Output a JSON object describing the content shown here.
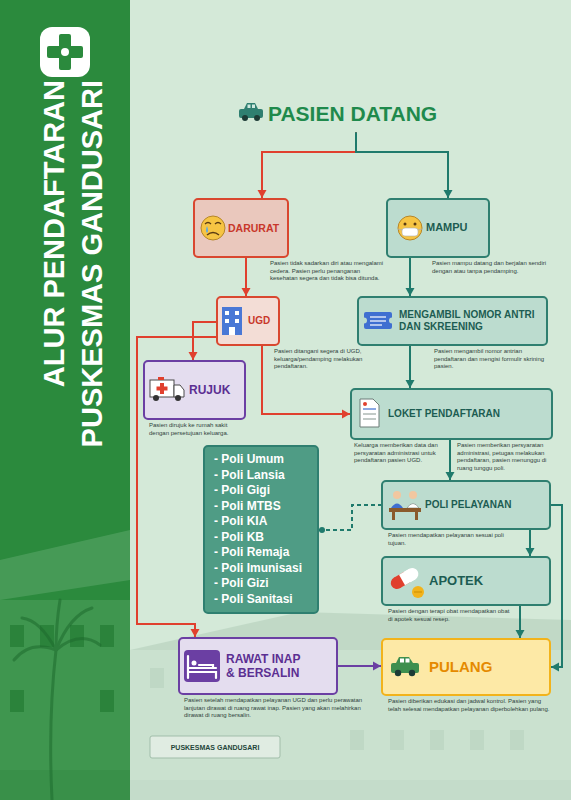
{
  "diagram": {
    "title": "ALUR PENDAFTARAN PUSKESMAS GANDUSARI",
    "nodes": [
      {
        "text": [
          "PASIEN DATANG"
        ]
      },
      {
        "text": [
          "DARURAT",
          "Pasien tidak sadarkan diri atau mengalami cedera. Pasien perlu penanganan kesehatan segera dan tidak bisa ditunda."
        ]
      },
      {
        "text": [
          "MAMPU",
          "Pasien mampu datang dan berjalan sendiri dengan atau tanpa pendamping."
        ]
      },
      {
        "text": [
          "UGD",
          "Pasien ditangani segera di UGD, keluarga/pendamping melakukan pendaftaran."
        ]
      },
      {
        "text": [
          "MENGAMBIL NOMOR ANTRI DAN SKREENING",
          "Pasien mengambil nomor antrian pendaftaran dan mengisi formulir skrining pasien."
        ]
      },
      {
        "text": [
          "RUJUK",
          "Pasien dirujuk ke rumah sakit dengan persetujuan keluarga."
        ]
      },
      {
        "text": [
          "LOKET PENDAFTARAN",
          "Keluarga memberikan data dan persyaratan administrasi untuk pendaftaran pasien UGD.",
          "Pasien memberikan persyaratan administrasi, petugas melakukan pendaftaran, pasien menunggu di ruang tunggu poli."
        ]
      },
      {
        "text": [
          "- Poli Umum",
          "- Poli Lansia",
          "- Poli Gigi",
          "- Poli MTBS",
          "- Poli KIA",
          "- Poli KB",
          "- Poli Remaja",
          "- Poli Imunisasi",
          "- Poli Gizi",
          "- Poli Sanitasi"
        ]
      },
      {
        "text": [
          "POLI PELAYANAN",
          "Pasien mendapatkan pelayanan sesuai poli tujuan."
        ]
      },
      {
        "text": [
          "APOTEK",
          "Pasien dengan terapi obat mendapatkan obat di apotek sesuai resep."
        ]
      },
      {
        "text": [
          "RAWAT INAP & BERSALIN",
          "Pasien setelah mendapatkan pelayanan UGD dan perlu perawatan lanjutan dirawat di ruang rawat inap. Pasien yang akan melahirkan dirawat di ruang bersalin."
        ]
      },
      {
        "text": [
          "PULANG",
          "Pasien diberikan edukasi dan jadwal kontrol. Pasien yang telah selesai mendapatkan pelayanan diperbolehkan pulang."
        ]
      }
    ],
    "edges": [
      {
        "from": 0,
        "to": 1,
        "arrow": "to"
      },
      {
        "from": 0,
        "to": 2,
        "arrow": "to"
      },
      {
        "from": 1,
        "to": 3,
        "arrow": "to"
      },
      {
        "from": 2,
        "to": 4,
        "arrow": "to"
      },
      {
        "from": 3,
        "to": 5,
        "arrow": "to"
      },
      {
        "from": 3,
        "to": 6,
        "arrow": "to"
      },
      {
        "from": 3,
        "to": 10,
        "arrow": "to"
      },
      {
        "from": 4,
        "to": 6,
        "arrow": "to"
      },
      {
        "from": 6,
        "to": 8,
        "arrow": "to"
      },
      {
        "from": 7,
        "to": 8,
        "arrow": "none"
      },
      {
        "from": 8,
        "to": 9,
        "arrow": "to"
      },
      {
        "from": 8,
        "to": 11,
        "arrow": "to"
      },
      {
        "from": 9,
        "to": 11,
        "arrow": "to"
      },
      {
        "from": 10,
        "to": 11,
        "arrow": "to"
      }
    ],
    "labels": [
      "PUSKESMAS GANDUSARI"
    ]
  }
}
